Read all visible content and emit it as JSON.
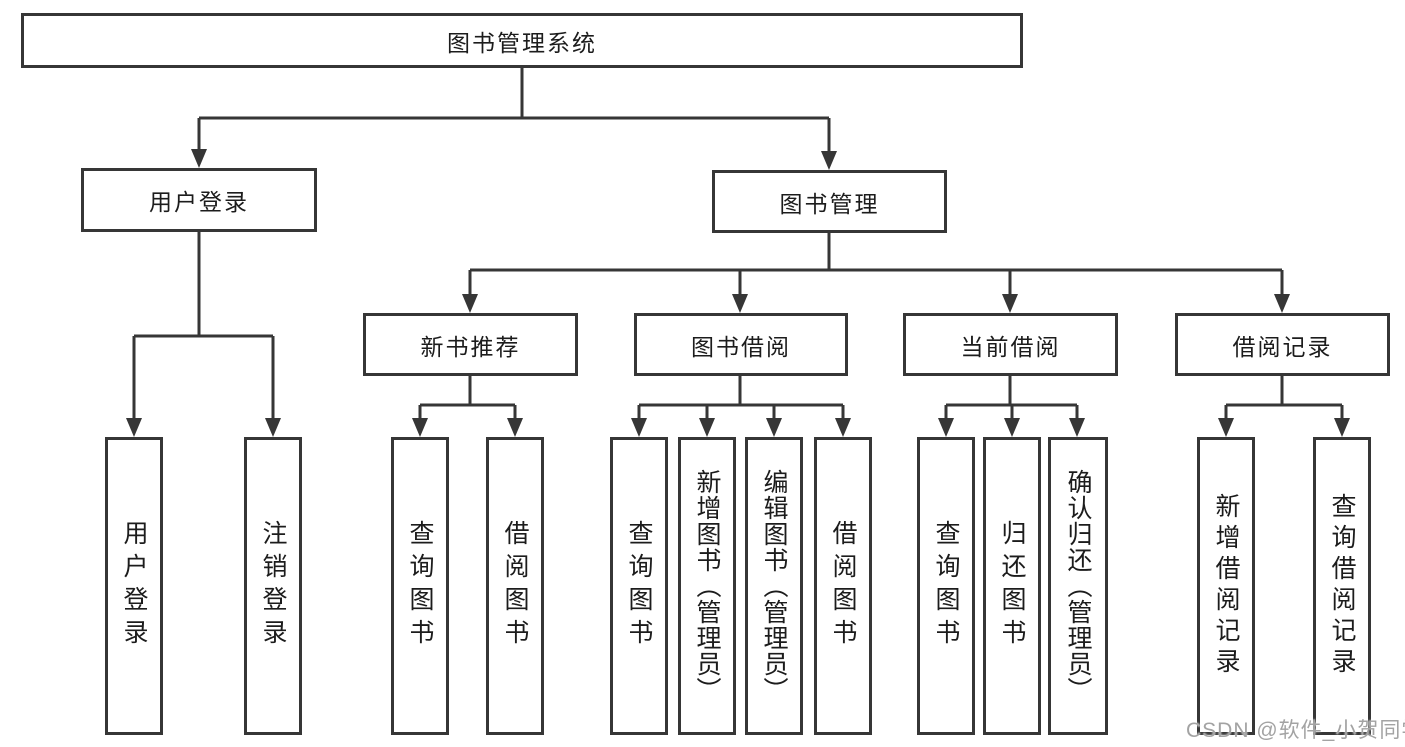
{
  "diagram_title": "图书管理系统",
  "tree": {
    "label": "图书管理系统",
    "children": [
      {
        "label": "用户登录",
        "children": [
          {
            "label": "用户登录"
          },
          {
            "label": "注销登录"
          }
        ]
      },
      {
        "label": "图书管理",
        "children": [
          {
            "label": "新书推荐",
            "children": [
              {
                "label": "查询图书"
              },
              {
                "label": "借阅图书"
              }
            ]
          },
          {
            "label": "图书借阅",
            "children": [
              {
                "label": "查询图书"
              },
              {
                "label": "新增图书（管理员）"
              },
              {
                "label": "编辑图书（管理员）"
              },
              {
                "label": "借阅图书"
              }
            ]
          },
          {
            "label": "当前借阅",
            "children": [
              {
                "label": "查询图书"
              },
              {
                "label": "归还图书"
              },
              {
                "label": "确认归还（管理员）"
              }
            ]
          },
          {
            "label": "借阅记录",
            "children": [
              {
                "label": "新增借阅记录"
              },
              {
                "label": "查询借阅记录"
              }
            ]
          }
        ]
      }
    ]
  },
  "watermark": {
    "text": "CSDN @软件_小贺同学"
  },
  "colors": {
    "line": "#363636",
    "box_border": "#363636",
    "text": "#1c1c1c",
    "watermark": "#a3a3a3",
    "bg": "#ffffff"
  }
}
